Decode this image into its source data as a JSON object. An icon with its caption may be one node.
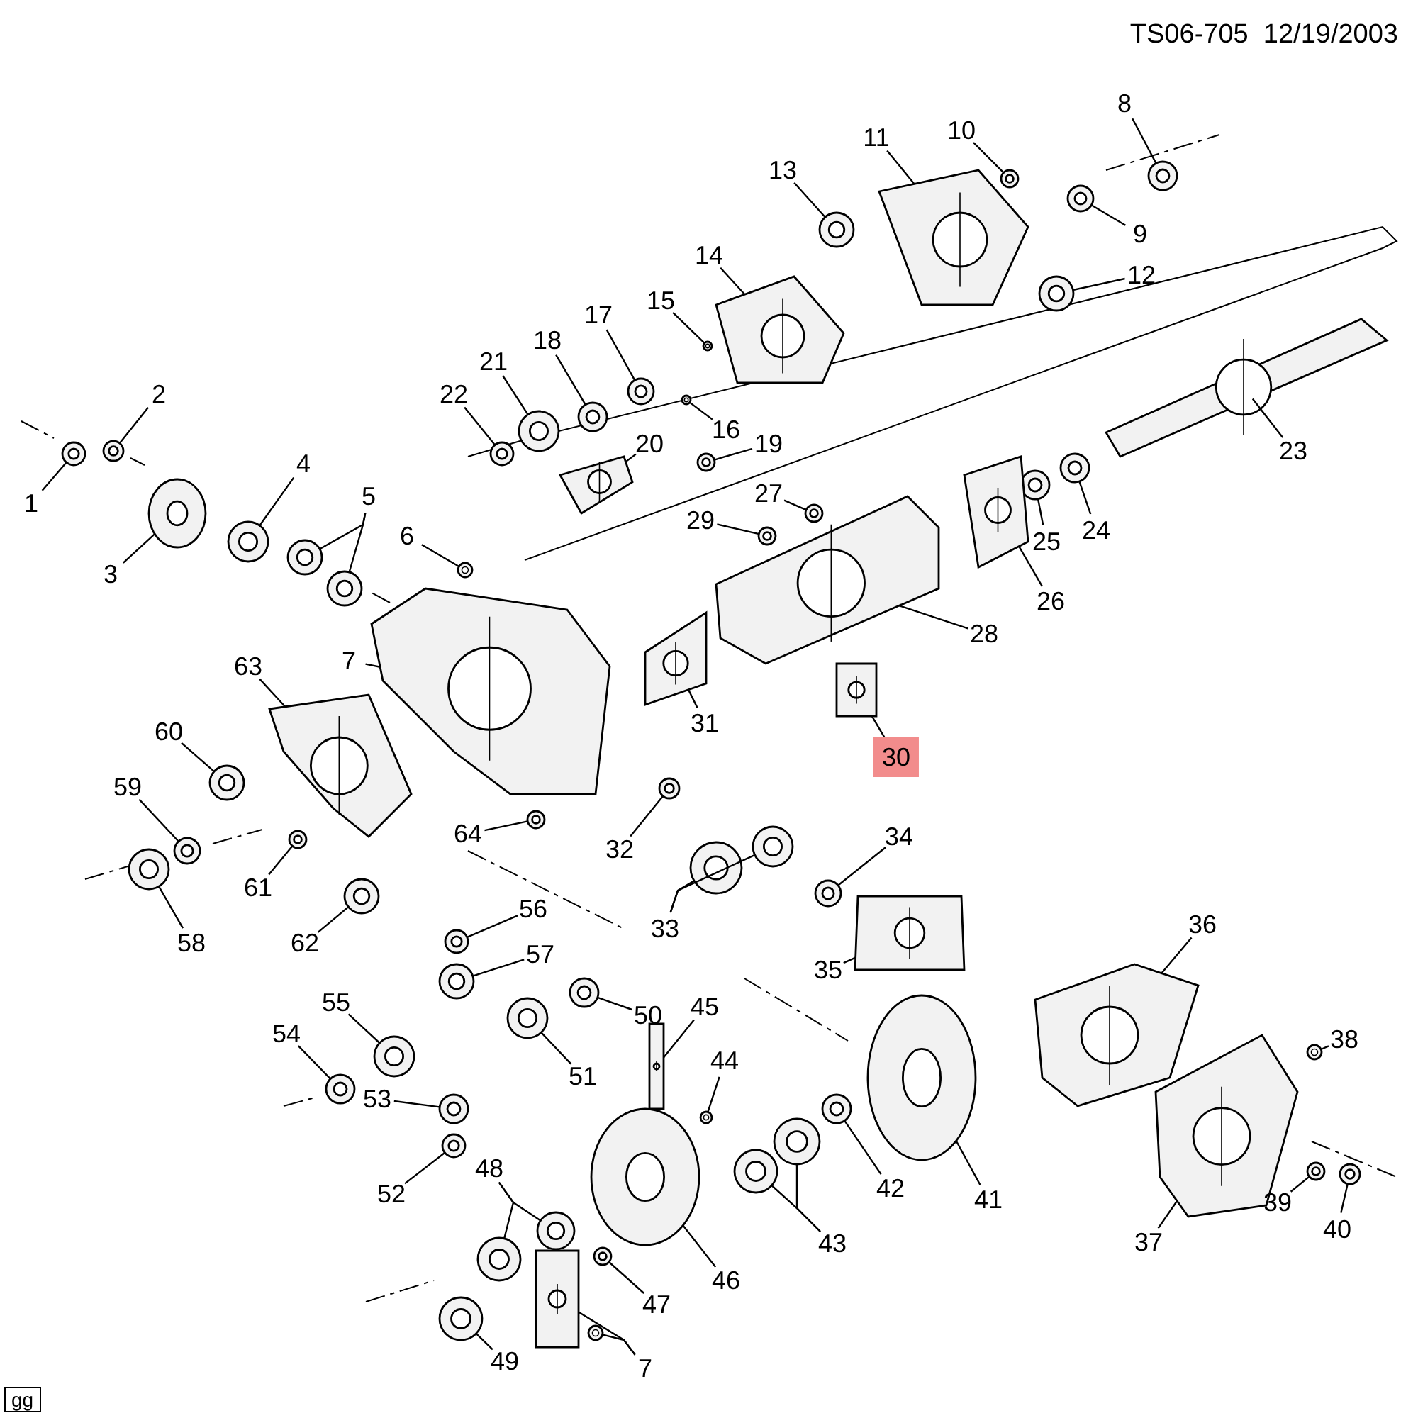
{
  "diagram": {
    "nodes": [
      {
        "text": [
          "1"
        ]
      },
      {
        "text": [
          "2"
        ]
      },
      {
        "text": [
          "3"
        ]
      },
      {
        "text": [
          "4"
        ]
      },
      {
        "text": [
          "5"
        ]
      },
      {
        "text": [
          "6"
        ]
      },
      {
        "text": [
          "7"
        ]
      },
      {
        "text": [
          "8"
        ]
      },
      {
        "text": [
          "9"
        ]
      },
      {
        "text": [
          "10"
        ]
      },
      {
        "text": [
          "11"
        ]
      },
      {
        "text": [
          "12"
        ]
      },
      {
        "text": [
          "13"
        ]
      },
      {
        "text": [
          "14"
        ]
      },
      {
        "text": [
          "15"
        ]
      },
      {
        "text": [
          "16"
        ]
      },
      {
        "text": [
          "17"
        ]
      },
      {
        "text": [
          "18"
        ]
      },
      {
        "text": [
          "19"
        ]
      },
      {
        "text": [
          "20"
        ]
      },
      {
        "text": [
          "21"
        ]
      },
      {
        "text": [
          "22"
        ]
      },
      {
        "text": [
          "23"
        ]
      },
      {
        "text": [
          "24"
        ]
      },
      {
        "text": [
          "25"
        ]
      },
      {
        "text": [
          "26"
        ]
      },
      {
        "text": [
          "27"
        ]
      },
      {
        "text": [
          "28"
        ]
      },
      {
        "text": [
          "29"
        ]
      },
      {
        "text": [
          "30"
        ]
      },
      {
        "text": [
          "31"
        ]
      },
      {
        "text": [
          "32"
        ]
      },
      {
        "text": [
          "33"
        ]
      },
      {
        "text": [
          "34"
        ]
      },
      {
        "text": [
          "35"
        ]
      },
      {
        "text": [
          "36"
        ]
      },
      {
        "text": [
          "37"
        ]
      },
      {
        "text": [
          "38"
        ]
      },
      {
        "text": [
          "39"
        ]
      },
      {
        "text": [
          "40"
        ]
      },
      {
        "text": [
          "41"
        ]
      },
      {
        "text": [
          "42"
        ]
      },
      {
        "text": [
          "43"
        ]
      },
      {
        "text": [
          "44"
        ]
      },
      {
        "text": [
          "45"
        ]
      },
      {
        "text": [
          "46"
        ]
      },
      {
        "text": [
          "47"
        ]
      },
      {
        "text": [
          "48"
        ]
      },
      {
        "text": [
          "49"
        ]
      },
      {
        "text": [
          "50"
        ]
      },
      {
        "text": [
          "51"
        ]
      },
      {
        "text": [
          "52"
        ]
      },
      {
        "text": [
          "53"
        ]
      },
      {
        "text": [
          "54"
        ]
      },
      {
        "text": [
          "55"
        ]
      },
      {
        "text": [
          "56"
        ]
      },
      {
        "text": [
          "57"
        ]
      },
      {
        "text": [
          "58"
        ]
      },
      {
        "text": [
          "59"
        ]
      },
      {
        "text": [
          "60"
        ]
      },
      {
        "text": [
          "61"
        ]
      },
      {
        "text": [
          "62"
        ]
      },
      {
        "text": [
          "63"
        ]
      },
      {
        "text": [
          "64"
        ]
      },
      {
        "text": [
          "7"
        ]
      },
      {
        "text": [],
        "shape": "picture"
      },
      {
        "text": [],
        "shape": "picture"
      },
      {
        "text": [],
        "shape": "picture"
      },
      {
        "text": [],
        "shape": "picture"
      },
      {
        "text": [],
        "shape": "picture"
      },
      {
        "text": [],
        "shape": "picture"
      },
      {
        "text": [],
        "shape": "picture"
      },
      {
        "text": [],
        "shape": "picture"
      },
      {
        "text": [],
        "shape": "picture"
      },
      {
        "text": [],
        "shape": "picture"
      },
      {
        "text": [],
        "shape": "picture"
      },
      {
        "text": [],
        "shape": "picture"
      },
      {
        "text": [],
        "shape": "picture"
      },
      {
        "text": [],
        "shape": "picture"
      },
      {
        "text": [],
        "shape": "picture"
      },
      {
        "text": [],
        "shape": "picture"
      },
      {
        "text": [],
        "shape": "picture"
      },
      {
        "text": [],
        "shape": "picture"
      },
      {
        "text": [],
        "shape": "picture"
      },
      {
        "text": [],
        "shape": "picture"
      },
      {
        "text": [],
        "shape": "picture"
      },
      {
        "text": [],
        "shape": "picture"
      },
      {
        "text": [],
        "shape": "picture"
      },
      {
        "text": [],
        "shape": "picture"
      },
      {
        "text": [],
        "shape": "picture"
      },
      {
        "text": [],
        "shape": "picture"
      },
      {
        "text": [],
        "shape": "picture"
      },
      {
        "text": [],
        "shape": "picture"
      },
      {
        "text": [],
        "shape": "picture"
      },
      {
        "text": [],
        "shape": "picture"
      },
      {
        "text": [],
        "shape": "picture"
      },
      {
        "text": [],
        "shape": "picture"
      },
      {
        "text": [],
        "shape": "picture"
      },
      {
        "text": [],
        "shape": "picture"
      },
      {
        "text": [],
        "shape": "picture"
      },
      {
        "text": [],
        "shape": "picture"
      },
      {
        "text": [],
        "shape": "picture"
      },
      {
        "text": [],
        "shape": "picture"
      },
      {
        "text": [],
        "shape": "picture"
      },
      {
        "text": [],
        "shape": "picture"
      },
      {
        "text": [],
        "shape": "picture"
      },
      {
        "text": [],
        "shape": "picture"
      },
      {
        "text": [],
        "shape": "picture"
      },
      {
        "text": [],
        "shape": "picture"
      },
      {
        "text": [],
        "shape": "picture"
      },
      {
        "text": [],
        "shape": "picture"
      },
      {
        "text": [],
        "shape": "picture"
      },
      {
        "text": [],
        "shape": "picture"
      },
      {
        "text": [],
        "shape": "picture"
      },
      {
        "text": [],
        "shape": "picture"
      },
      {
        "text": [],
        "shape": "picture"
      },
      {
        "text": [],
        "shape": "picture"
      },
      {
        "text": [],
        "shape": "picture"
      },
      {
        "text": [],
        "shape": "picture"
      },
      {
        "text": [],
        "shape": "picture"
      },
      {
        "text": [],
        "shape": "picture"
      },
      {
        "text": [],
        "shape": "picture"
      },
      {
        "text": [],
        "shape": "picture"
      },
      {
        "text": [],
        "shape": "picture"
      },
      {
        "text": [],
        "shape": "picture"
      },
      {
        "text": [],
        "shape": "picture"
      },
      {
        "text": [],
        "shape": "picture"
      },
      {
        "text": [],
        "shape": "picture"
      },
      {
        "text": [],
        "shape": "picture"
      },
      {
        "text": [],
        "shape": "picture"
      },
      {
        "text": [],
        "shape": "picture"
      },
      {
        "text": [],
        "shape": "picture"
      },
      {
        "text": [],
        "shape": "picture"
      },
      {
        "text": [],
        "shape": "picture"
      },
      {
        "text": [],
        "shape": "picture"
      }
    ],
    "edges": [
      {
        "from": 0,
        "to": 65,
        "arrow": "none"
      },
      {
        "from": 1,
        "to": 66,
        "arrow": "none"
      },
      {
        "from": 2,
        "to": 67,
        "arrow": "none"
      },
      {
        "from": 3,
        "to": 68,
        "arrow": "none"
      },
      {
        "from": 4,
        "to": 69,
        "arrow": "none"
      },
      {
        "from": 4,
        "to": 70,
        "arrow": "none"
      },
      {
        "from": 5,
        "to": 71,
        "arrow": "none"
      },
      {
        "from": 6,
        "to": 72,
        "arrow": "none"
      },
      {
        "from": 7,
        "to": 73,
        "arrow": "none"
      },
      {
        "from": 8,
        "to": 74,
        "arrow": "none"
      },
      {
        "from": 9,
        "to": 75,
        "arrow": "none"
      },
      {
        "from": 10,
        "to": 76,
        "arrow": "none"
      },
      {
        "from": 11,
        "to": 77,
        "arrow": "none"
      },
      {
        "from": 12,
        "to": 78,
        "arrow": "none"
      },
      {
        "from": 13,
        "to": 79,
        "arrow": "none"
      },
      {
        "from": 14,
        "to": 80,
        "arrow": "none"
      },
      {
        "from": 15,
        "to": 81,
        "arrow": "none"
      },
      {
        "from": 16,
        "to": 82,
        "arrow": "none"
      },
      {
        "from": 17,
        "to": 83,
        "arrow": "none"
      },
      {
        "from": 18,
        "to": 84,
        "arrow": "none"
      },
      {
        "from": 19,
        "to": 85,
        "arrow": "none"
      },
      {
        "from": 20,
        "to": 86,
        "arrow": "none"
      },
      {
        "from": 21,
        "to": 87,
        "arrow": "none"
      },
      {
        "from": 22,
        "to": 88,
        "arrow": "none"
      },
      {
        "from": 23,
        "to": 89,
        "arrow": "none"
      },
      {
        "from": 24,
        "to": 90,
        "arrow": "none"
      },
      {
        "from": 25,
        "to": 91,
        "arrow": "none"
      },
      {
        "from": 26,
        "to": 92,
        "arrow": "none"
      },
      {
        "from": 27,
        "to": 93,
        "arrow": "none"
      },
      {
        "from": 28,
        "to": 94,
        "arrow": "none"
      },
      {
        "from": 29,
        "to": 95,
        "arrow": "none"
      },
      {
        "from": 30,
        "to": 96,
        "arrow": "none"
      },
      {
        "from": 31,
        "to": 97,
        "arrow": "none"
      },
      {
        "from": 32,
        "to": 98,
        "arrow": "none"
      },
      {
        "from": 32,
        "to": 99,
        "arrow": "none"
      },
      {
        "from": 33,
        "to": 100,
        "arrow": "none"
      },
      {
        "from": 34,
        "to": 101,
        "arrow": "none"
      },
      {
        "from": 35,
        "to": 102,
        "arrow": "none"
      },
      {
        "from": 36,
        "to": 103,
        "arrow": "none"
      },
      {
        "from": 37,
        "to": 104,
        "arrow": "none"
      },
      {
        "from": 38,
        "to": 105,
        "arrow": "none"
      },
      {
        "from": 39,
        "to": 106,
        "arrow": "none"
      },
      {
        "from": 40,
        "to": 107,
        "arrow": "none"
      },
      {
        "from": 41,
        "to": 108,
        "arrow": "none"
      },
      {
        "from": 42,
        "to": 109,
        "arrow": "none"
      },
      {
        "from": 42,
        "to": 110,
        "arrow": "none"
      },
      {
        "from": 43,
        "to": 111,
        "arrow": "none"
      },
      {
        "from": 44,
        "to": 112,
        "arrow": "none"
      },
      {
        "from": 45,
        "to": 113,
        "arrow": "none"
      },
      {
        "from": 46,
        "to": 114,
        "arrow": "none"
      },
      {
        "from": 47,
        "to": 115,
        "arrow": "none"
      },
      {
        "from": 47,
        "to": 116,
        "arrow": "none"
      },
      {
        "from": 48,
        "to": 117,
        "arrow": "none"
      },
      {
        "from": 49,
        "to": 118,
        "arrow": "none"
      },
      {
        "from": 50,
        "to": 119,
        "arrow": "none"
      },
      {
        "from": 51,
        "to": 120,
        "arrow": "none"
      },
      {
        "from": 52,
        "to": 121,
        "arrow": "none"
      },
      {
        "from": 53,
        "to": 122,
        "arrow": "none"
      },
      {
        "from": 54,
        "to": 123,
        "arrow": "none"
      },
      {
        "from": 55,
        "to": 124,
        "arrow": "none"
      },
      {
        "from": 56,
        "to": 125,
        "arrow": "none"
      },
      {
        "from": 57,
        "to": 126,
        "arrow": "none"
      },
      {
        "from": 58,
        "to": 127,
        "arrow": "none"
      },
      {
        "from": 59,
        "to": 128,
        "arrow": "none"
      },
      {
        "from": 60,
        "to": 129,
        "arrow": "none"
      },
      {
        "from": 61,
        "to": 130,
        "arrow": "none"
      },
      {
        "from": 62,
        "to": 131,
        "arrow": "none"
      },
      {
        "from": 63,
        "to": 132,
        "arrow": "none"
      },
      {
        "from": 64,
        "to": 133,
        "arrow": "none"
      },
      {
        "from": 64,
        "to": 134,
        "arrow": "none"
      }
    ],
    "labels": [
      "TS06-705  12/19/2003",
      "gg"
    ]
  }
}
